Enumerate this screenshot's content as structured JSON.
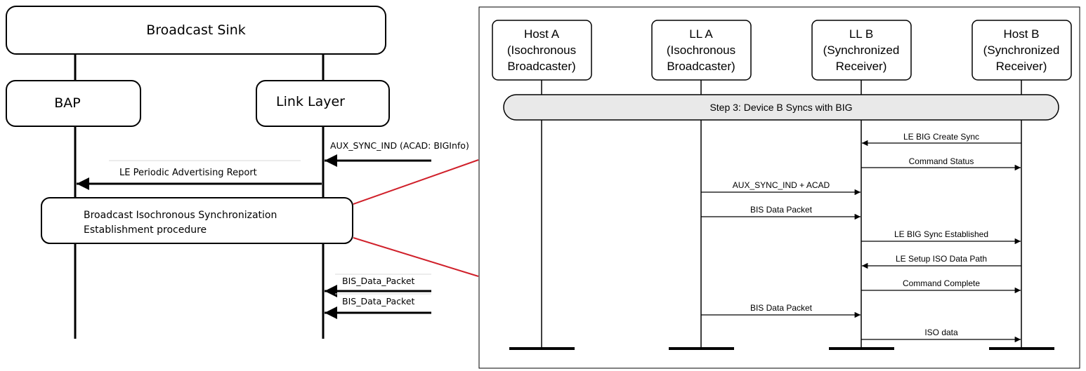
{
  "left": {
    "header": "Broadcast Sink",
    "bap": "BAP",
    "link_layer": "Link Layer",
    "aux_sync_ind": "AUX_SYNC_IND  (ACAD: BIGInfo)",
    "le_periodic_report": "LE Periodic Advertising Report",
    "procedure_line1": "Broadcast Isochronous Synchronization",
    "procedure_line2": "Establishment procedure",
    "bis_packet_1": "BIS_Data_Packet",
    "bis_packet_2": "BIS_Data_Packet"
  },
  "right": {
    "host_a": [
      "Host A",
      "(Isochronous",
      "Broadcaster)"
    ],
    "ll_a": [
      "LL A",
      "(Isochronous",
      "Broadcaster)"
    ],
    "ll_b": [
      "LL B",
      "(Synchronized",
      "Receiver)"
    ],
    "host_b": [
      "Host B",
      "(Synchronized",
      "Receiver)"
    ],
    "step_banner": "Step 3:  Device B Syncs with BIG",
    "messages": [
      "LE BIG Create Sync",
      "Command Status",
      "AUX_SYNC_IND + ACAD",
      "BIS Data Packet",
      "LE BIG Sync Established",
      "LE Setup ISO Data Path",
      "Command Complete",
      "BIS Data Packet",
      "ISO data"
    ]
  },
  "colors": {
    "connector": "#d0202a",
    "banner_fill": "#e9e9e9"
  }
}
